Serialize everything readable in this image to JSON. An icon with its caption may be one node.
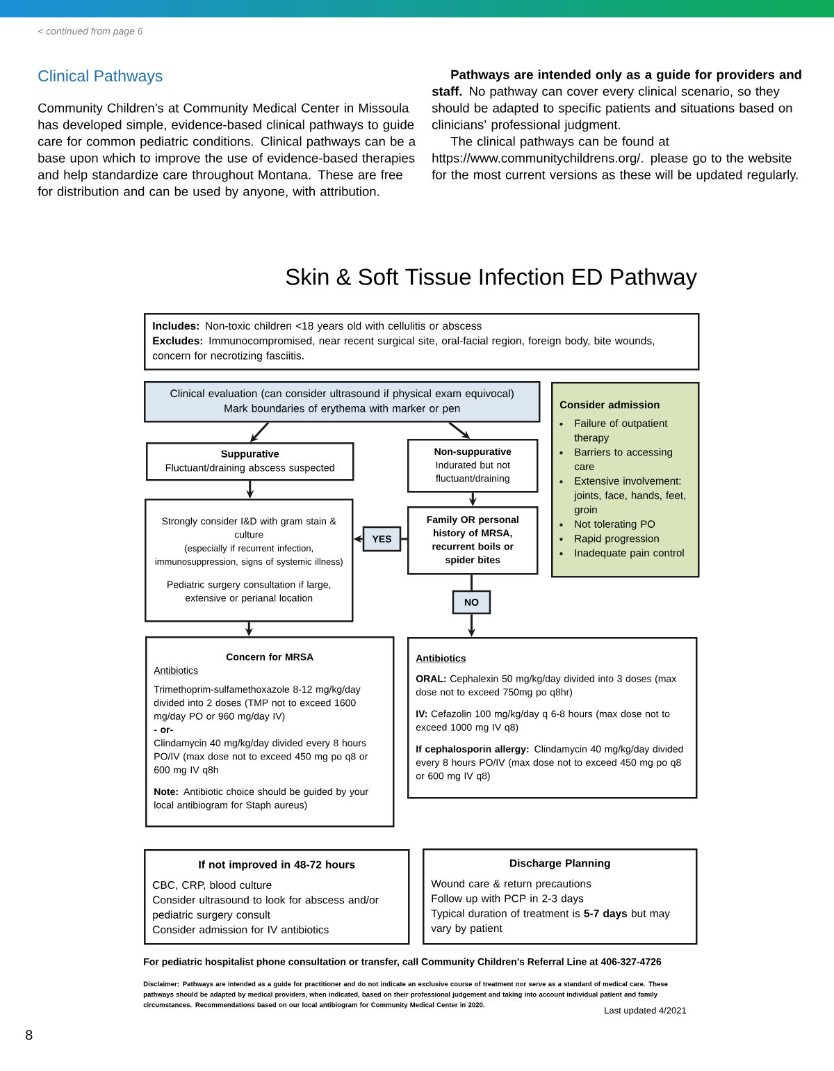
{
  "diagram": {
    "title": "Skin & Soft Tissue Infection ED Pathway",
    "nodes": [
      {
        "text": [
          "**Includes:** Non-toxic children <18 years old with cellulitis or abscess",
          "**Excludes:** Immunocompromised, near recent surgical site, oral-facial region, foreign body, bite wounds, concern for necrotizing fasciitis."
        ]
      },
      {
        "text": [
          "Clinical evaluation (can consider ultrasound if physical exam equivocal)",
          "Mark boundaries of erythema with marker or pen"
        ]
      },
      {
        "text": [
          "Consider admission",
          "Failure of outpatient therapy",
          "Barriers to accessing care",
          "Extensive involvement: joints, face, hands, feet, groin",
          "Not tolerating PO",
          "Rapid progression",
          "Inadequate pain control"
        ]
      },
      {
        "text": [
          "Suppurative",
          "Fluctuant/draining abscess suspected"
        ]
      },
      {
        "text": [
          "Non-suppurative",
          "Indurated but not fluctuant/draining"
        ]
      },
      {
        "text": [
          "Strongly consider I&D with gram stain & culture",
          "(especially if recurrent infection, immunosuppression, signs of systemic illness)",
          "Pediatric surgery consultation if large, extensive or perianal location"
        ]
      },
      {
        "text": [
          "YES"
        ]
      },
      {
        "text": [
          "Family OR personal history of MRSA, recurrent boils or spider bites"
        ]
      },
      {
        "text": [
          "NO"
        ]
      },
      {
        "text": [
          "Concern for MRSA",
          "Antibiotics",
          "Trimethoprim-sulfamethoxazole 8-12 mg/kg/day divided into 2 doses (TMP not to exceed 1600 mg/day PO or 960 mg/day IV)",
          "- or-",
          "Clindamycin 40 mg/kg/day divided every 8 hours PO/IV (max dose not to exceed 450 mg po q8 or 600 mg IV q8h",
          "**Note:** Antibiotic choice should be guided by your local antibiogram for Staph aureus)"
        ]
      },
      {
        "text": [
          "Antibiotics",
          "**ORAL:** Cephalexin 50 mg/kg/day divided into 3 doses (max dose not to exceed 750mg po q8hr)",
          "**IV:** Cefazolin 100 mg/kg/day q 6-8 hours (max dose not to exceed 1000 mg IV q8)",
          "**If cephalosporin allergy:** Clindamycin 40 mg/kg/day divided every 8 hours PO/IV (max dose not to exceed 450 mg po q8 or 600 mg IV q8)"
        ]
      },
      {
        "text": [
          "If not improved in 48-72 hours",
          "CBC, CRP, blood culture",
          "Consider ultrasound to look for abscess and/or pediatric surgery consult",
          "Consider admission for IV antibiotics"
        ]
      },
      {
        "text": [
          "Discharge Planning",
          "Wound care & return precautions",
          "Follow up with PCP in 2-3 days",
          "Typical duration of treatment is **5-7 days** but may vary by patient"
        ]
      }
    ],
    "edges": [
      {
        "from": 1,
        "to": 3,
        "arrow": "to"
      },
      {
        "from": 1,
        "to": 4,
        "arrow": "to"
      },
      {
        "from": 3,
        "to": 5,
        "arrow": "to"
      },
      {
        "from": 4,
        "to": 7,
        "arrow": "to"
      },
      {
        "from": 7,
        "to": 6,
        "arrow": "none"
      },
      {
        "from": 6,
        "to": 5,
        "arrow": "to"
      },
      {
        "from": 7,
        "to": 8,
        "arrow": "none"
      },
      {
        "from": 8,
        "to": 10,
        "arrow": "to"
      },
      {
        "from": 5,
        "to": 9,
        "arrow": "to"
      }
    ],
    "labels": [
      "< continued from page 6",
      "Clinical Pathways",
      "Community Children’s at Community Medical Center in Missoula has developed simple, evidence-based clinical pathways to guide care for common pediatric conditions. Clinical pathways can be a base upon which to improve the use of evidence-based therapies and help standardize care throughout Montana. These are free for distribution and can be used by anyone, with attribution.",
      "**Pathways are intended only as a guide for providers and staff.** No pathway can cover every clinical scenario, so they should be adapted to specific patients and situations based on clinicians’ professional judgment.",
      "The clinical pathways can be found at https://www.communitychildrens.org/. please go to the website for the most current versions as these will be updated regularly.",
      "For pediatric hospitalist phone consultation or transfer, call Community Children’s Referral Line at 406-327-4726",
      "Disclaimer: Pathways are intended as a guide for practitioner and do not indicate an exclusive course of treatment nor serve as a standard of medical care. These pathways should be adapted by medical providers, when indicated, based on their professional judgement and taking into account individual patient and family circumstances. Recommendations based on our local antibiogram for Community Medical Center in 2020.",
      "Last updated 4/2021",
      "8"
    ]
  }
}
